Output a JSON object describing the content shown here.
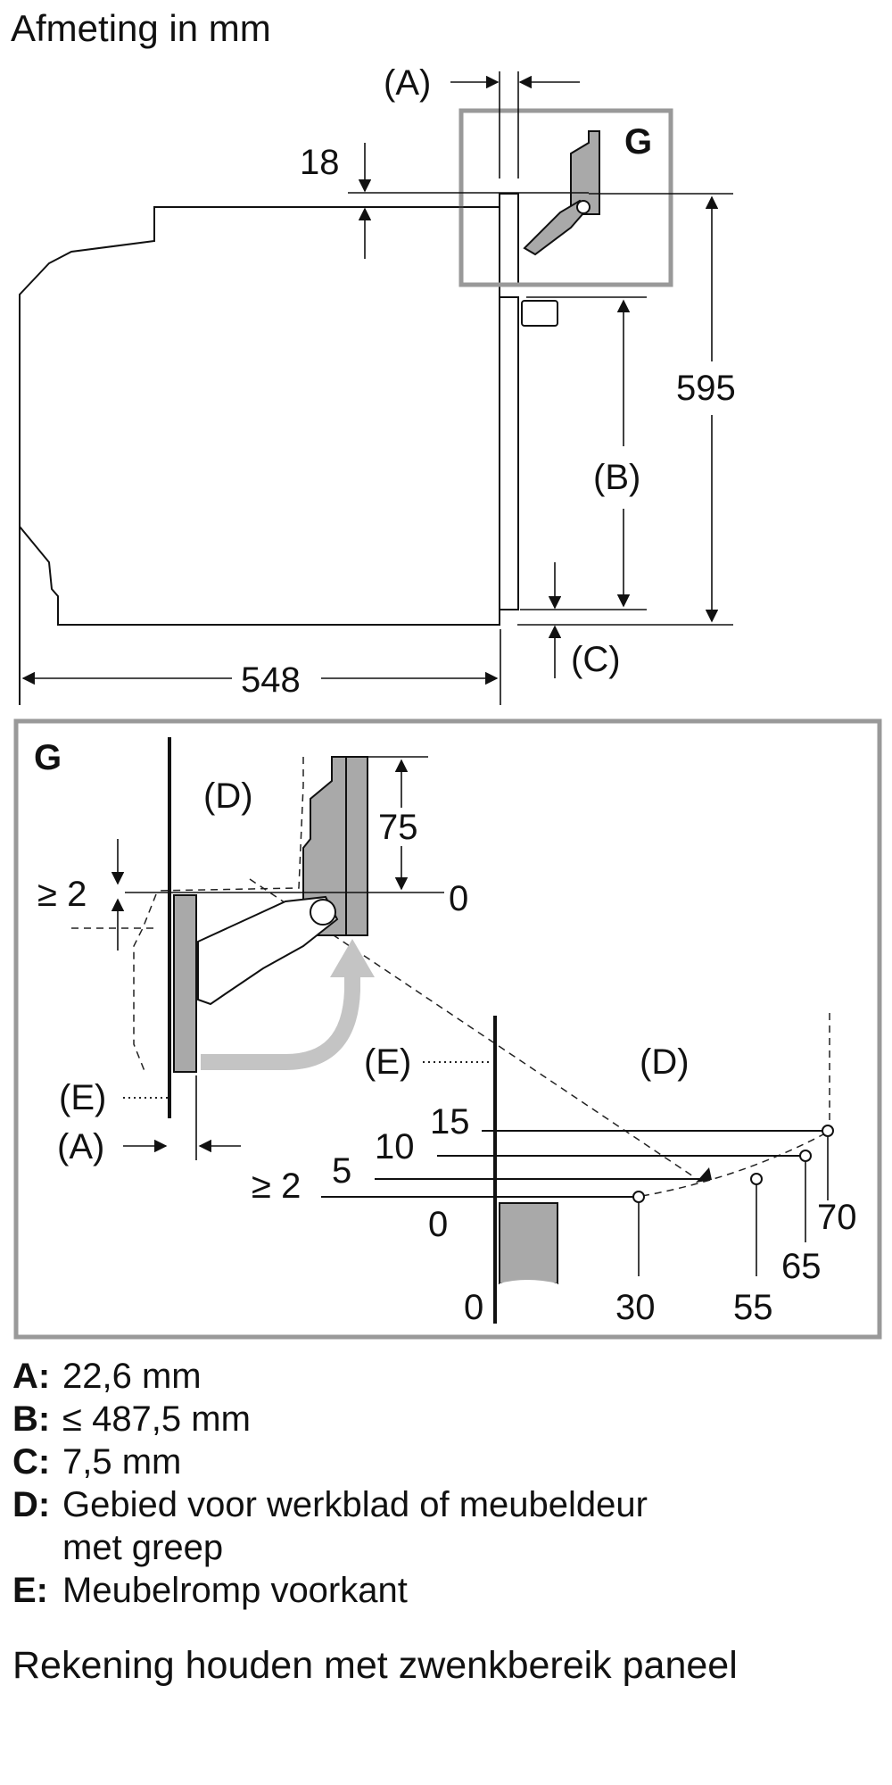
{
  "title": "Afmeting in mm",
  "top_view": {
    "label_a": "(A)",
    "label_g": "G",
    "dim_18": "18",
    "dim_595": "595",
    "label_b": "(B)",
    "label_c": "(C)",
    "dim_548": "548"
  },
  "detail_view": {
    "label_g": "G",
    "label_d_top": "(D)",
    "dim_75": "75",
    "dim_0_top": "0",
    "dim_ge2_left": "≥ 2",
    "label_e_left": "(E)",
    "label_a_bottom": "(A)",
    "label_e_right": "(E)",
    "label_d_right": "(D)",
    "y_15": "15",
    "y_10": "10",
    "y_5": "5",
    "y_ge2": "≥ 2",
    "y_0": "0",
    "x_0": "0",
    "x_30": "30",
    "x_55": "55",
    "x_65": "65",
    "x_70": "70"
  },
  "legend": [
    {
      "key": "A:",
      "text": "22,6 mm"
    },
    {
      "key": "B:",
      "text": "≤ 487,5 mm"
    },
    {
      "key": "C:",
      "text": "7,5 mm"
    },
    {
      "key": "D:",
      "text": "Gebied voor werkblad of meubeldeur"
    },
    {
      "key": "",
      "text": "met greep"
    },
    {
      "key": "E:",
      "text": "Meubelromp voorkant"
    }
  ],
  "note": "Rekening houden met zwenkbereik paneel"
}
